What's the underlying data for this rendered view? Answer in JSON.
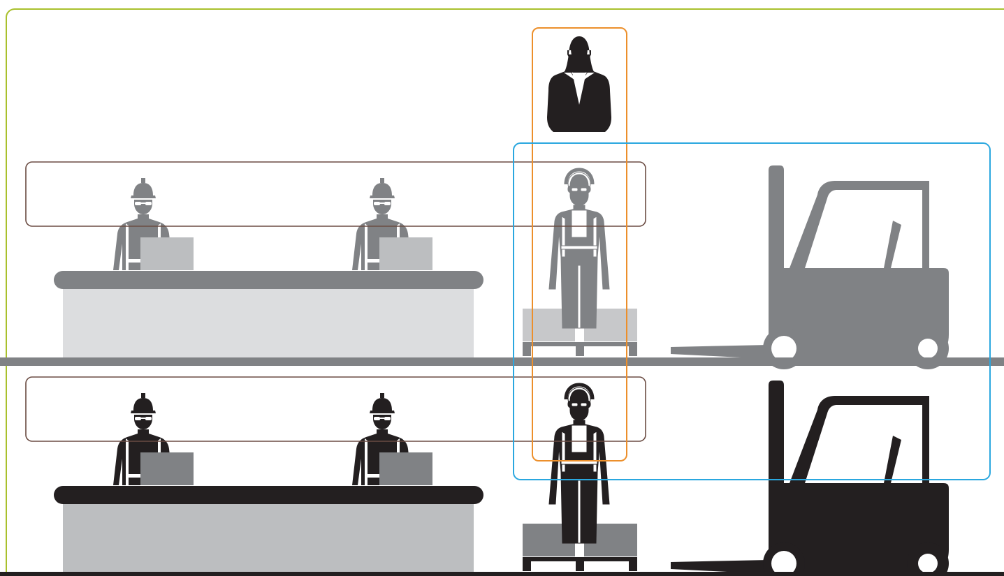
{
  "diagram": {
    "colors": {
      "background": "#ffffff",
      "frame_outline": "#a9c02c",
      "gray_figure": "#808285",
      "black_figure": "#231f20",
      "upper_desk_front": "#dcdddf",
      "lower_desk_front": "#bcbec0",
      "gray_laptop": "#bcbec0",
      "black_laptop": "#808285",
      "upper_boxes": "#c7c8ca",
      "lower_boxes": "#808285",
      "workstation_zone_outline": "#6b4c43",
      "supervisor_zone_outline": "#ec8f2b",
      "floor_zone_outline": "#2aa7df"
    },
    "icons": [
      "supervisor-person-icon",
      "desk-worker-hardhat-icon",
      "warehouse-worker-hardhat-icon",
      "laptop-icon",
      "desk-icon",
      "pallet-boxes-icon",
      "forklift-icon"
    ],
    "levels": [
      {
        "name": "upper-level",
        "style": "gray"
      },
      {
        "name": "lower-level",
        "style": "black"
      }
    ],
    "zones": [
      {
        "name": "workstation-zone-upper",
        "color_key": "workstation_zone_outline"
      },
      {
        "name": "workstation-zone-lower",
        "color_key": "workstation_zone_outline"
      },
      {
        "name": "supervisor-zone",
        "color_key": "supervisor_zone_outline"
      },
      {
        "name": "floor-operations-zone",
        "color_key": "floor_zone_outline"
      }
    ]
  }
}
